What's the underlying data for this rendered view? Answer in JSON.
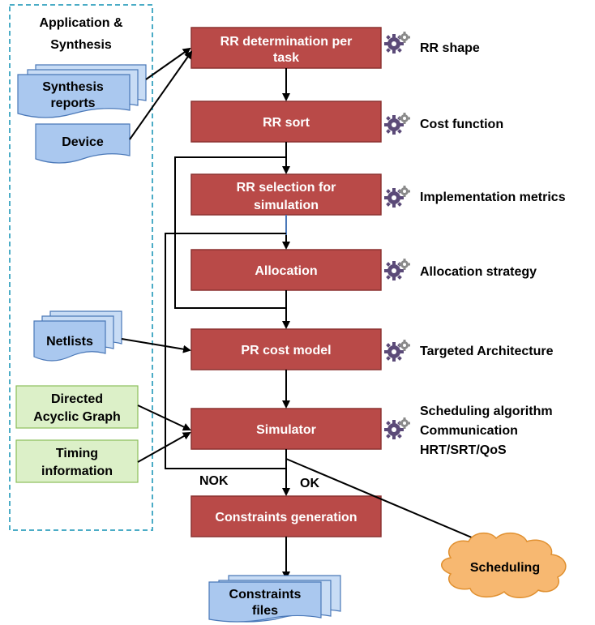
{
  "group": {
    "title_line1": "Application &",
    "title_line2": "Synthesis"
  },
  "inputs": {
    "synthesis_reports": {
      "line1": "Synthesis",
      "line2": "reports"
    },
    "device": "Device",
    "netlists": "Netlists",
    "dag": {
      "line1": "Directed",
      "line2": "Acyclic Graph"
    },
    "timing": {
      "line1": "Timing",
      "line2": "information"
    }
  },
  "steps": {
    "rr_determination": {
      "line1": "RR determination per",
      "line2": "task"
    },
    "rr_sort": "RR sort",
    "rr_selection": {
      "line1": "RR selection for",
      "line2": "simulation"
    },
    "allocation": "Allocation",
    "pr_cost_model": "PR cost model",
    "simulator": "Simulator",
    "constraints_generation": "Constraints generation"
  },
  "params": {
    "rr_shape": "RR shape",
    "cost_function": "Cost function",
    "implementation_metrics": "Implementation metrics",
    "allocation_strategy": "Allocation strategy",
    "targeted_architecture": "Targeted Architecture",
    "scheduling_line1": "Scheduling algorithm",
    "scheduling_line2": "Communication",
    "scheduling_line3": "HRT/SRT/QoS"
  },
  "edge_labels": {
    "nok": "NOK",
    "ok": "OK"
  },
  "outputs": {
    "constraints_files": {
      "line1": "Constraints",
      "line2": "files"
    },
    "scheduling": "Scheduling"
  },
  "colors": {
    "process": "#b94a48",
    "document": "#aac8ef",
    "green_input": "#dcf0c8",
    "cloud": "#f7b871",
    "group_border": "#4bacc6"
  }
}
